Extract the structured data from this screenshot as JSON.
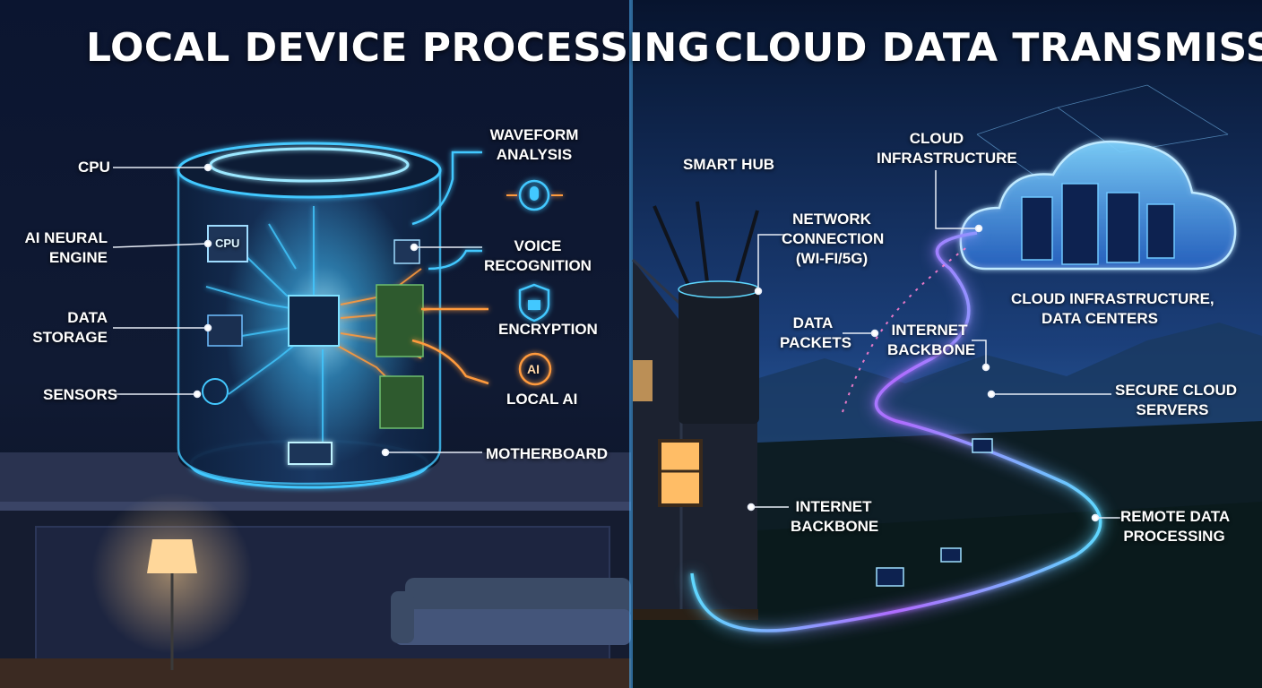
{
  "titles": {
    "left": "LOCAL DEVICE PROCESSING",
    "right": "CLOUD DATA TRANSMISSION"
  },
  "left_labels": {
    "cpu": "CPU",
    "ai_neural_engine": [
      "AI NEURAL",
      "ENGINE"
    ],
    "data_storage": [
      "DATA",
      "STORAGE"
    ],
    "sensors": "SENSORS",
    "waveform_analysis": [
      "WAVEFORM",
      "ANALYSIS"
    ],
    "voice_recognition": [
      "VOICE",
      "RECOGNITION"
    ],
    "encryption": "ENCRYPTION",
    "local_ai": "LOCAL AI",
    "motherboard": "MOTHERBOARD",
    "chip_text": "CPU",
    "ai_badge_text": "AI"
  },
  "right_labels": {
    "smart_hub": "SMART HUB",
    "cloud_infrastructure": [
      "CLOUD",
      "INFRASTRUCTURE"
    ],
    "network_connection": [
      "NETWORK",
      "CONNECTION",
      "(WI-FI/5G)"
    ],
    "cloud_infra_data_centers": [
      "CLOUD INFRASTRUCTURE,",
      "DATA CENTERS"
    ],
    "data_packets": [
      "DATA",
      "PACKETS"
    ],
    "internet_backbone_upper": [
      "INTERNET",
      "BACKBONE"
    ],
    "secure_cloud_servers": [
      "SECURE CLOUD",
      "SERVERS"
    ],
    "internet_backbone_lower": [
      "INTERNET",
      "BACKBONE"
    ],
    "remote_data_processing": [
      "REMOTE DATA",
      "PROCESSING"
    ]
  },
  "colors": {
    "glow_blue": "#43c8ff",
    "glow_orange": "#ff9a3c",
    "stream_purple": "#b06bff",
    "night_sky": "#0d2450",
    "room_dark": "#0a1122"
  },
  "icons": {
    "waveform": "waveform-mic-icon",
    "voice": "voice-chip-icon",
    "lock": "lock-shield-icon",
    "ai": "ai-badge-icon",
    "mail": "envelope-icon"
  }
}
